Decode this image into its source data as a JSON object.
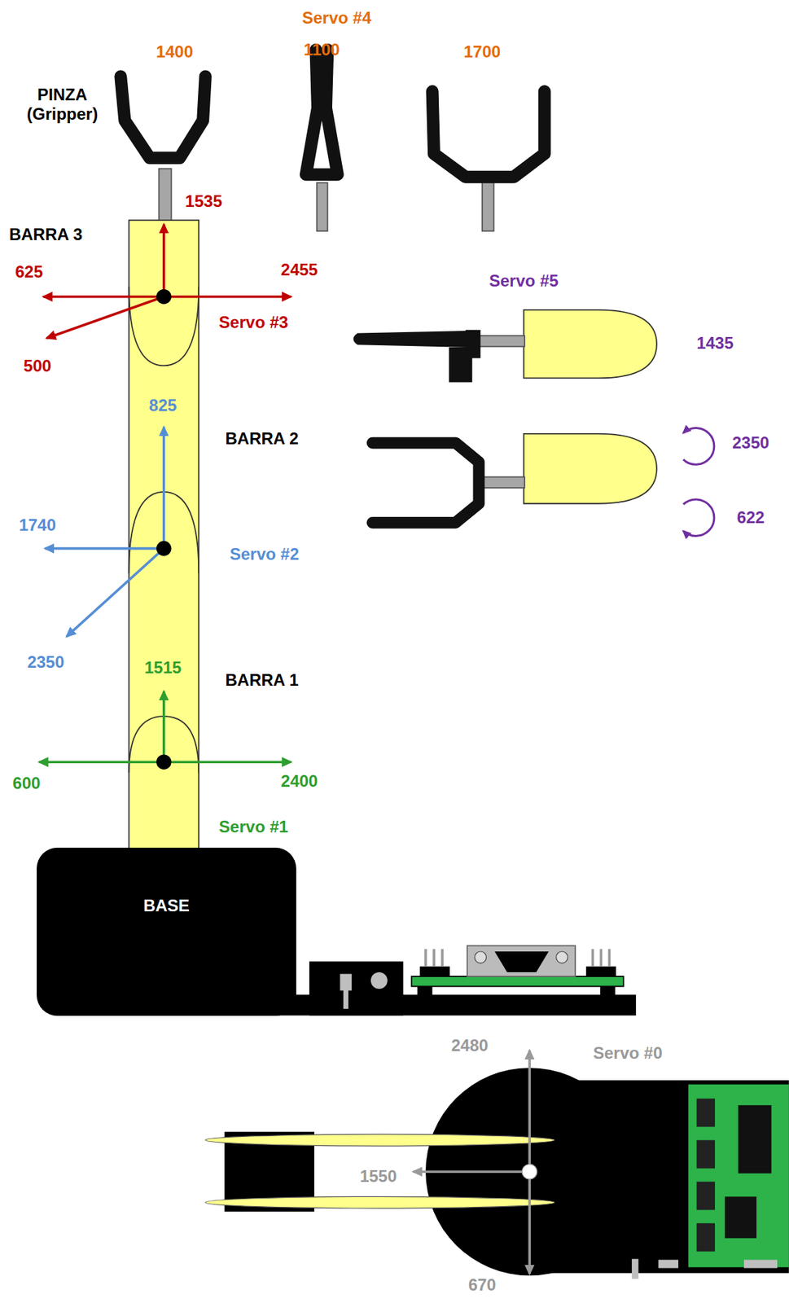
{
  "diagram": {
    "nodes": [
      {
        "text": [
          "BASE"
        ]
      }
    ],
    "labels": [
      "Servo #4",
      "1400",
      "1100",
      "1700",
      "PINZA (Gripper)",
      "1535",
      "BARRA 3",
      "625",
      "2455",
      "Servo #5",
      "Servo #3",
      "1435",
      "500",
      "825",
      "BARRA 2",
      "2350",
      "1740",
      "622",
      "Servo #2",
      "2350",
      "1515",
      "BARRA 1",
      "600",
      "2400",
      "Servo #1",
      "2480",
      "Servo #0",
      "1550",
      "670"
    ]
  }
}
